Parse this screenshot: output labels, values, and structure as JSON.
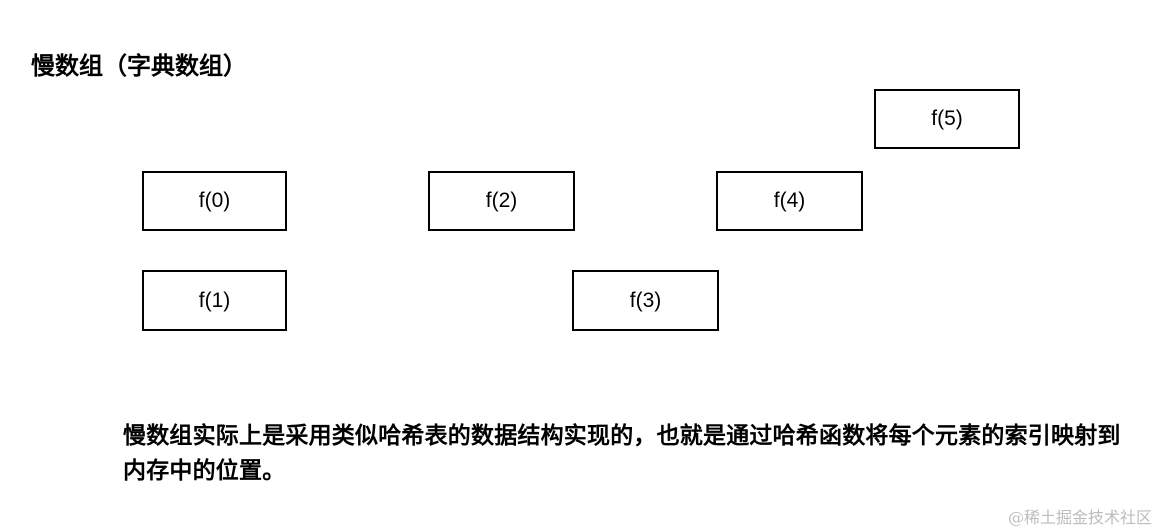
{
  "title": "慢数组（字典数组）",
  "boxes": [
    "f(0)",
    "f(1)",
    "f(2)",
    "f(3)",
    "f(4)",
    "f(5)"
  ],
  "description": "慢数组实际上是采用类似哈希表的数据结构实现的，也就是通过哈希函数将每个元素的索引映射到内存中的位置。",
  "watermark": "@稀土掘金技术社区"
}
